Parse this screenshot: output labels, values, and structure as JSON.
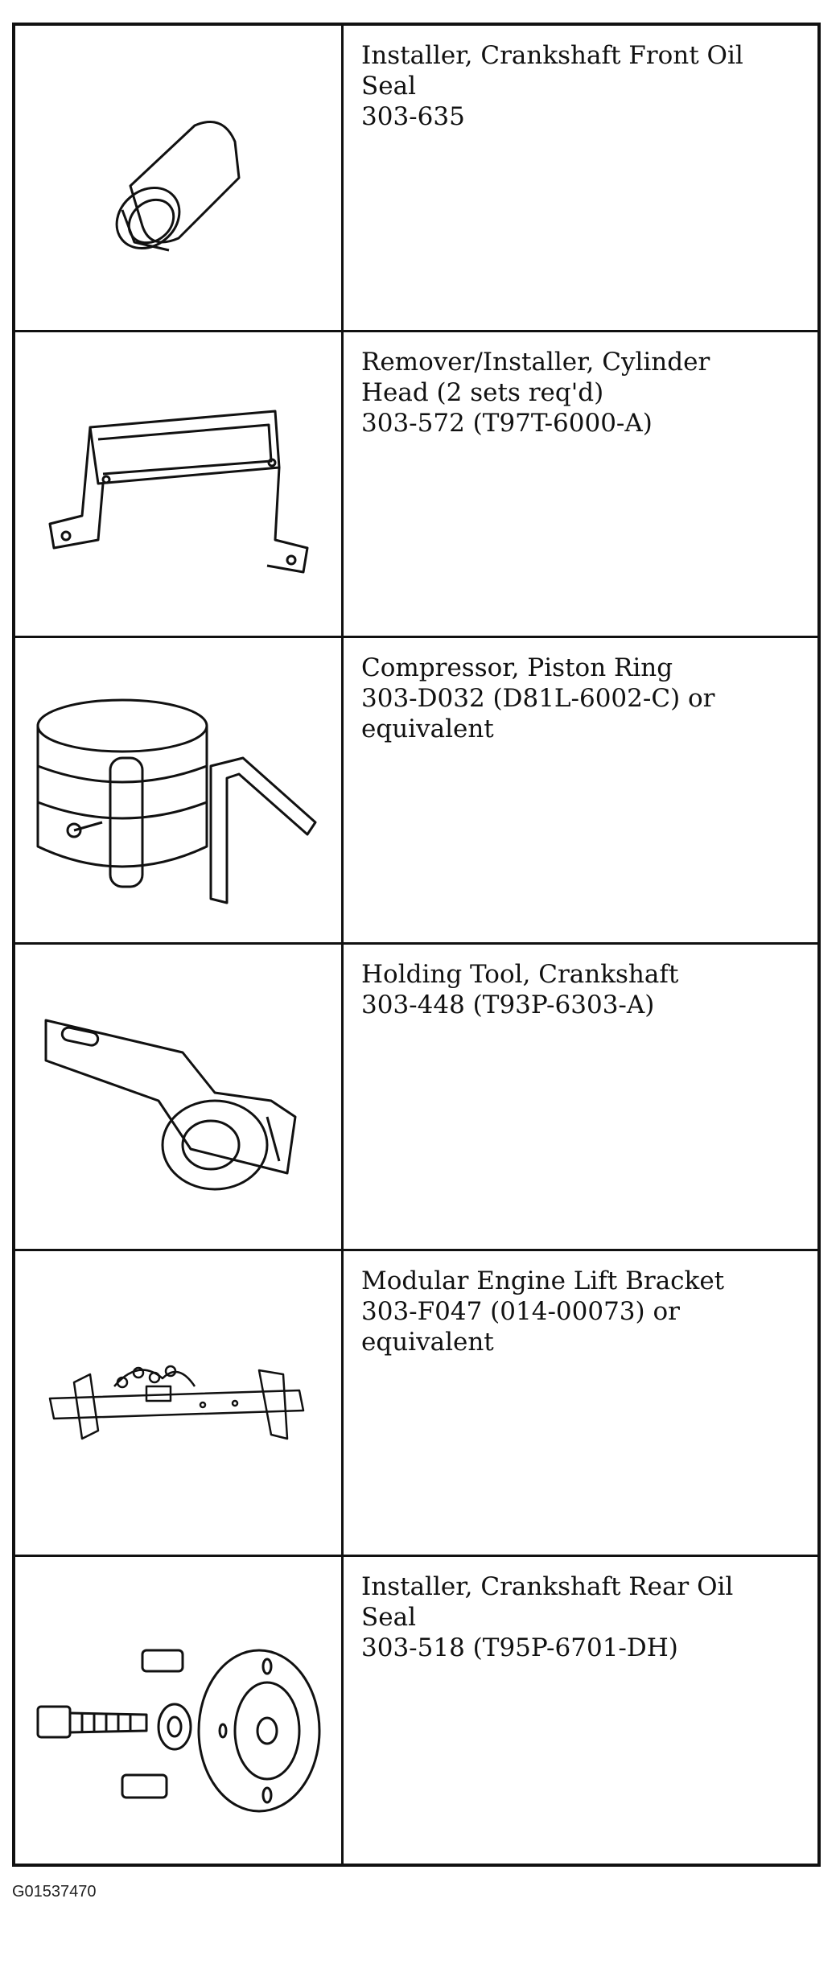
{
  "tools": [
    {
      "icon": "oil-seal-installer-icon",
      "lines": [
        "Installer, Crankshaft Front Oil",
        "Seal",
        "303-635"
      ]
    },
    {
      "icon": "cylinder-head-bracket-icon",
      "lines": [
        "Remover/Installer, Cylinder",
        "Head (2 sets req'd)",
        "303-572 (T97T-6000-A)"
      ]
    },
    {
      "icon": "piston-ring-compressor-icon",
      "lines": [
        "Compressor, Piston Ring",
        "303-D032 (D81L-6002-C) or",
        "equivalent"
      ]
    },
    {
      "icon": "crankshaft-holding-tool-icon",
      "lines": [
        "Holding Tool, Crankshaft",
        "303-448 (T93P-6303-A)"
      ]
    },
    {
      "icon": "engine-lift-bracket-icon",
      "lines": [
        "Modular Engine Lift Bracket",
        "303-F047 (014-00073) or",
        "equivalent"
      ]
    },
    {
      "icon": "rear-oil-seal-installer-icon",
      "lines": [
        "Installer, Crankshaft Rear Oil",
        "Seal",
        "303-518 (T95P-6701-DH)"
      ]
    }
  ],
  "figure_id": "G01537470"
}
